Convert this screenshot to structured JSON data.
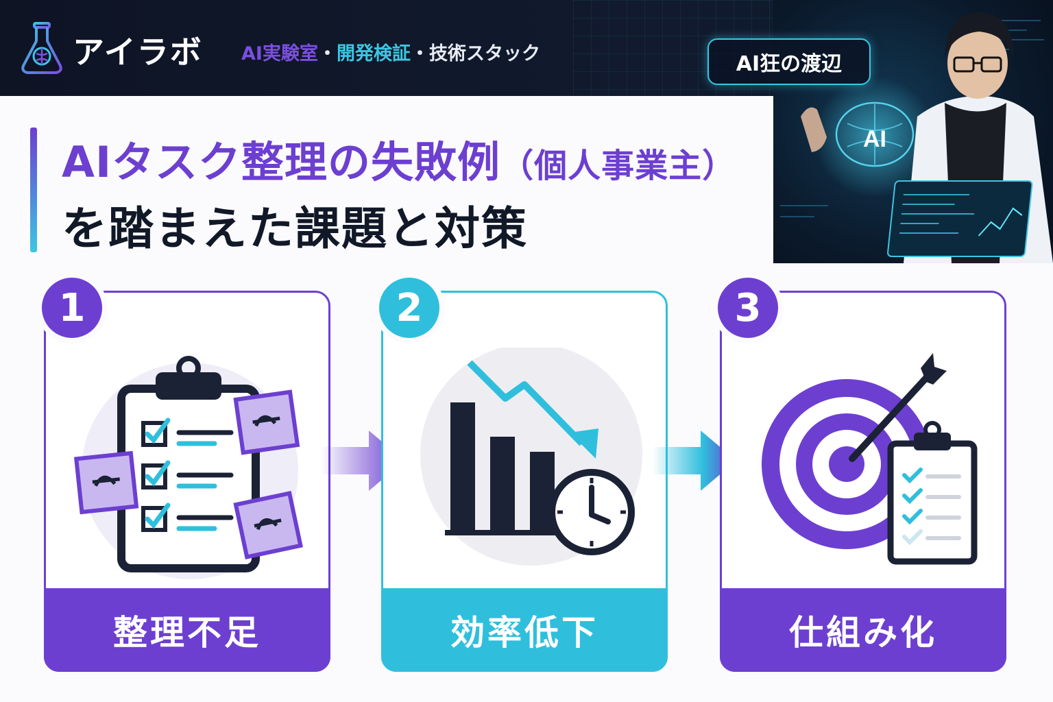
{
  "header": {
    "brand": "アイラボ",
    "tagline": {
      "part1": "AI実験室",
      "part2": "開発検証",
      "part3": "技術スタック",
      "separator": "・"
    },
    "badge": "AI狂の渡辺"
  },
  "character": {
    "hologram_label": "AI"
  },
  "title": {
    "line1_main": "AIタスク整理の失敗例",
    "line1_paren": "（個人事業主）",
    "line2": "を踏まえた課題と対策"
  },
  "cards": [
    {
      "number": "1",
      "label": "整理不足",
      "icon": "clipboard-checklist-icon"
    },
    {
      "number": "2",
      "label": "効率低下",
      "icon": "declining-bar-chart-clock-icon"
    },
    {
      "number": "3",
      "label": "仕組み化",
      "icon": "target-arrow-checklist-icon"
    }
  ],
  "colors": {
    "purple": "#6c3fd1",
    "cyan": "#2fbfdd",
    "navy": "#111827",
    "header_bg": "#0e1424"
  }
}
